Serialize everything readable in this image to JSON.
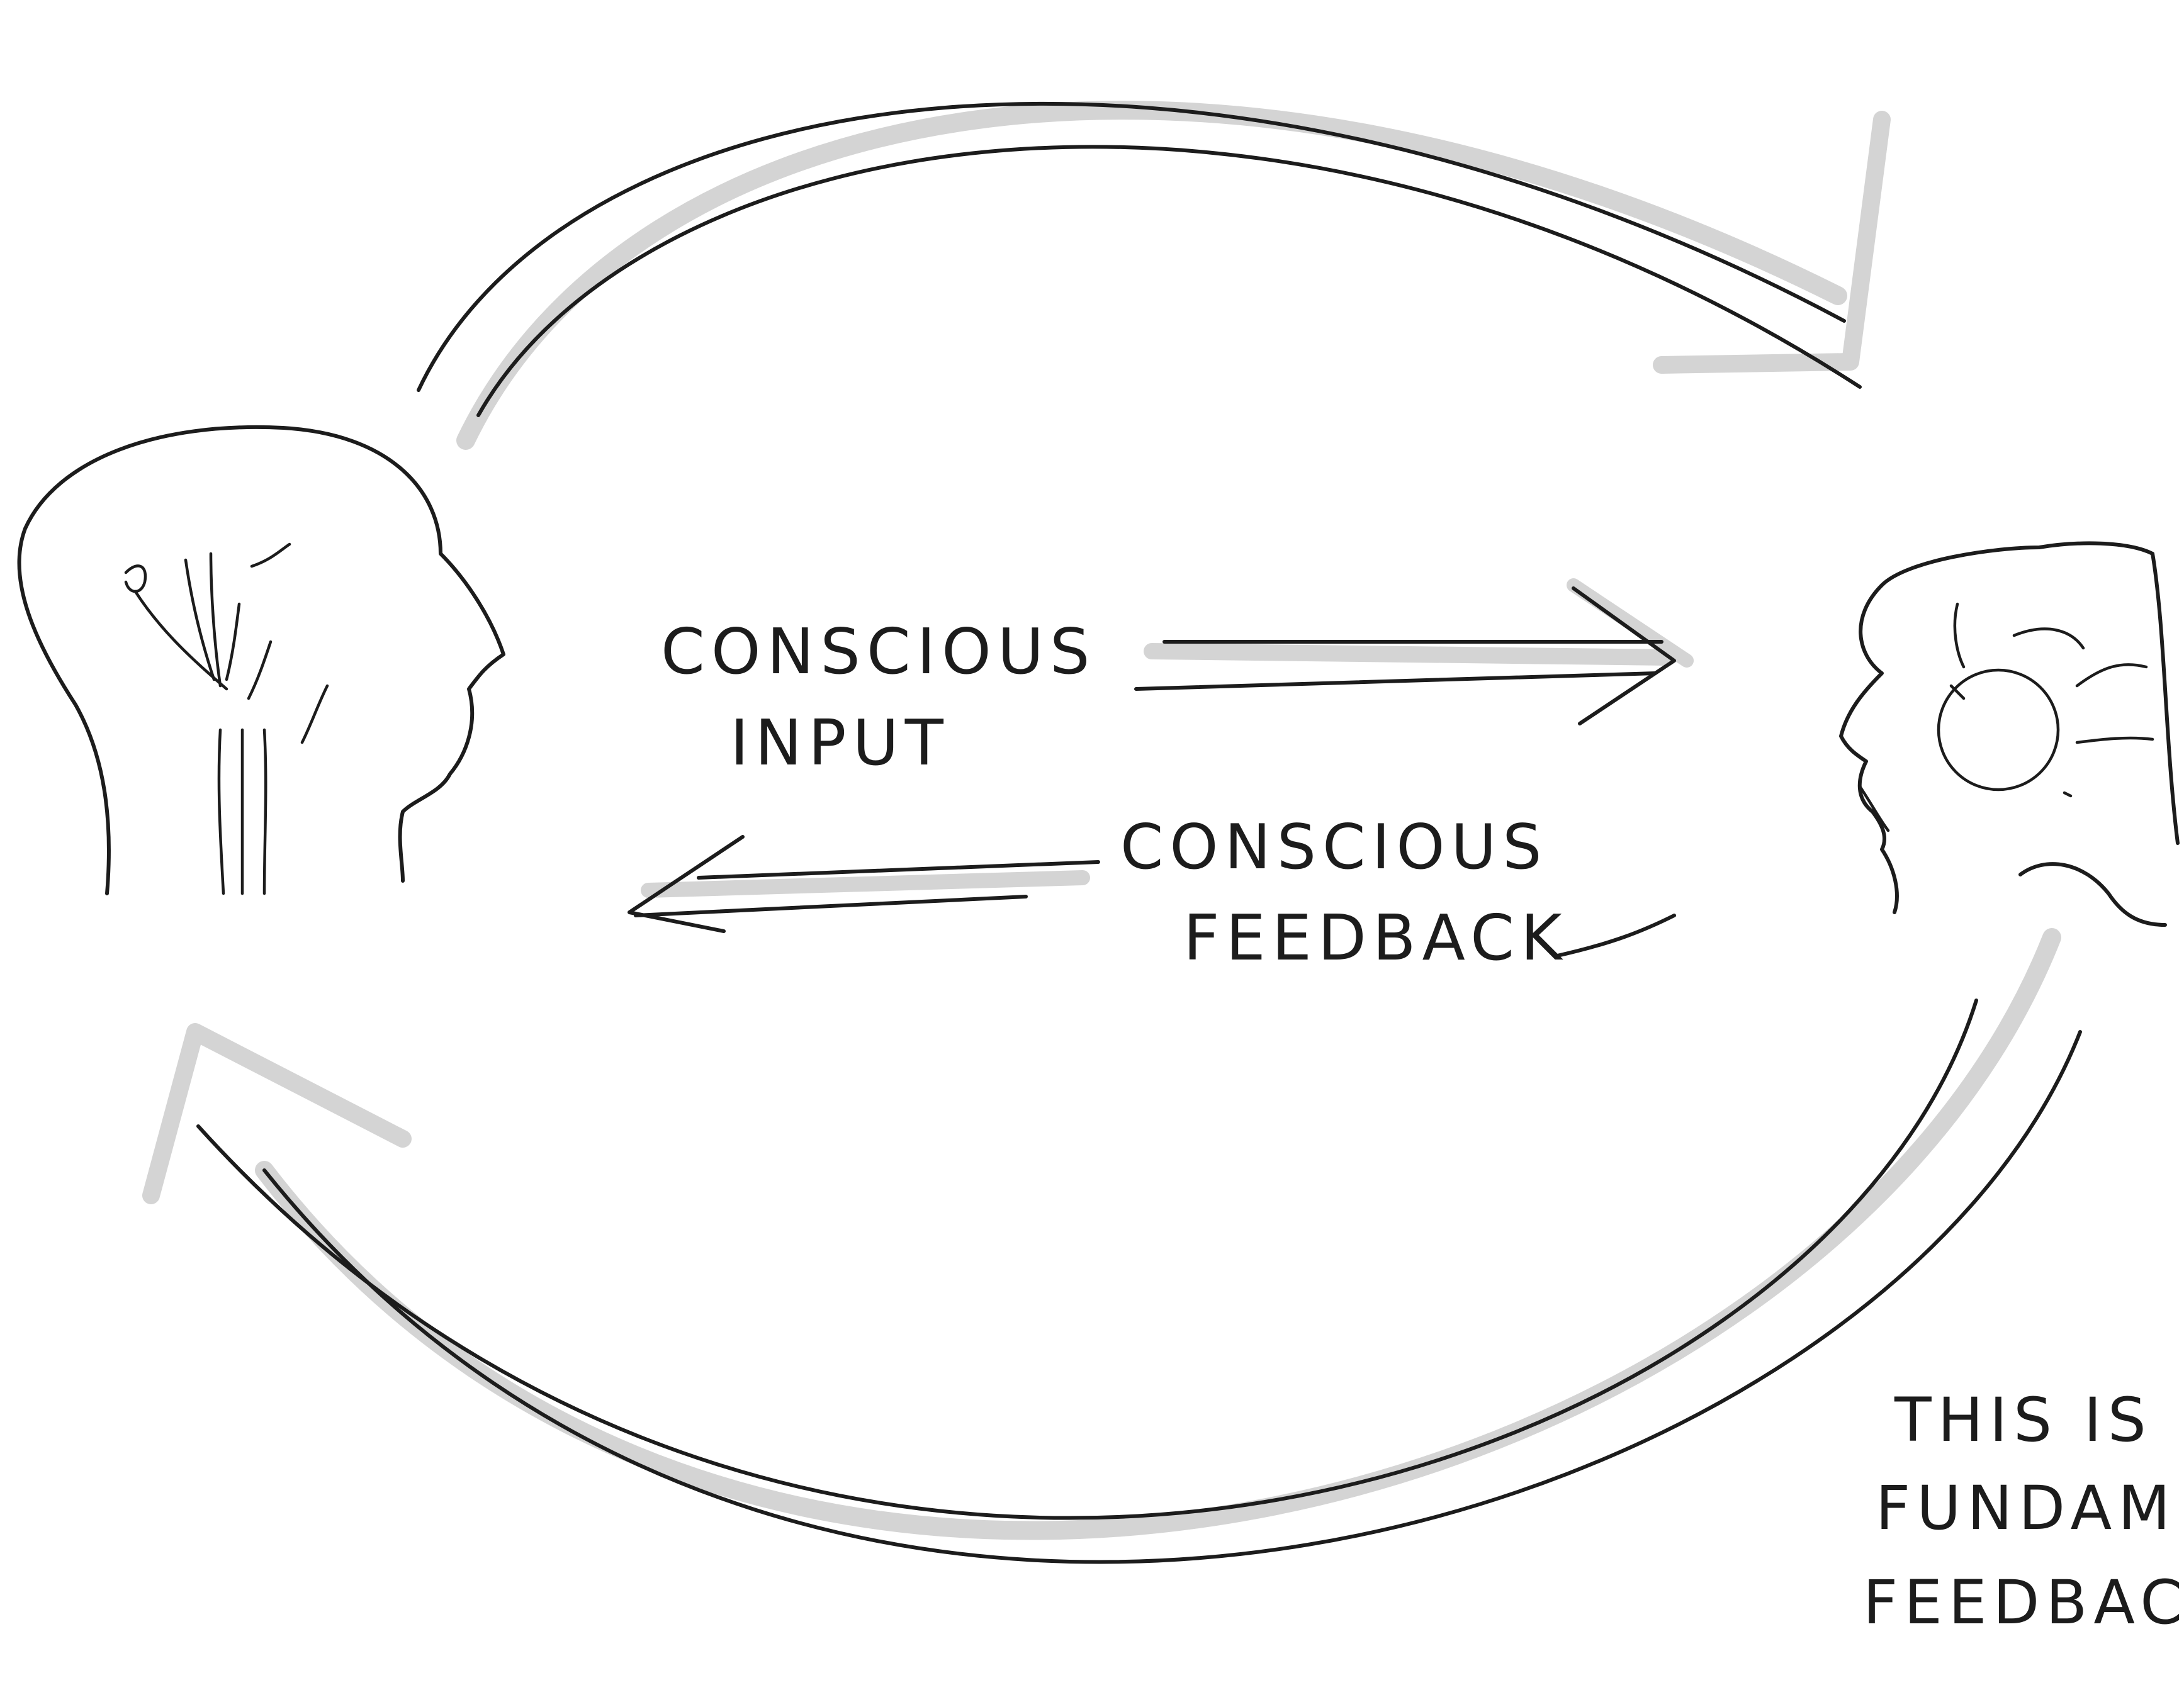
{
  "labels": {
    "conscious_input_line1": "CONSCIOUS",
    "conscious_input_line2": "INPUT",
    "conscious_feedback_line1": "CONSCIOUS",
    "conscious_feedback_line2": "FEEDBACK",
    "note_line1": "THIS IS",
    "note_line2": "FUNDAM",
    "note_line3": "FEEDBAC"
  },
  "colors": {
    "ink": "#1c1c1c",
    "arrow_shading": "#d4d4d4",
    "paper": "#ffffff"
  }
}
